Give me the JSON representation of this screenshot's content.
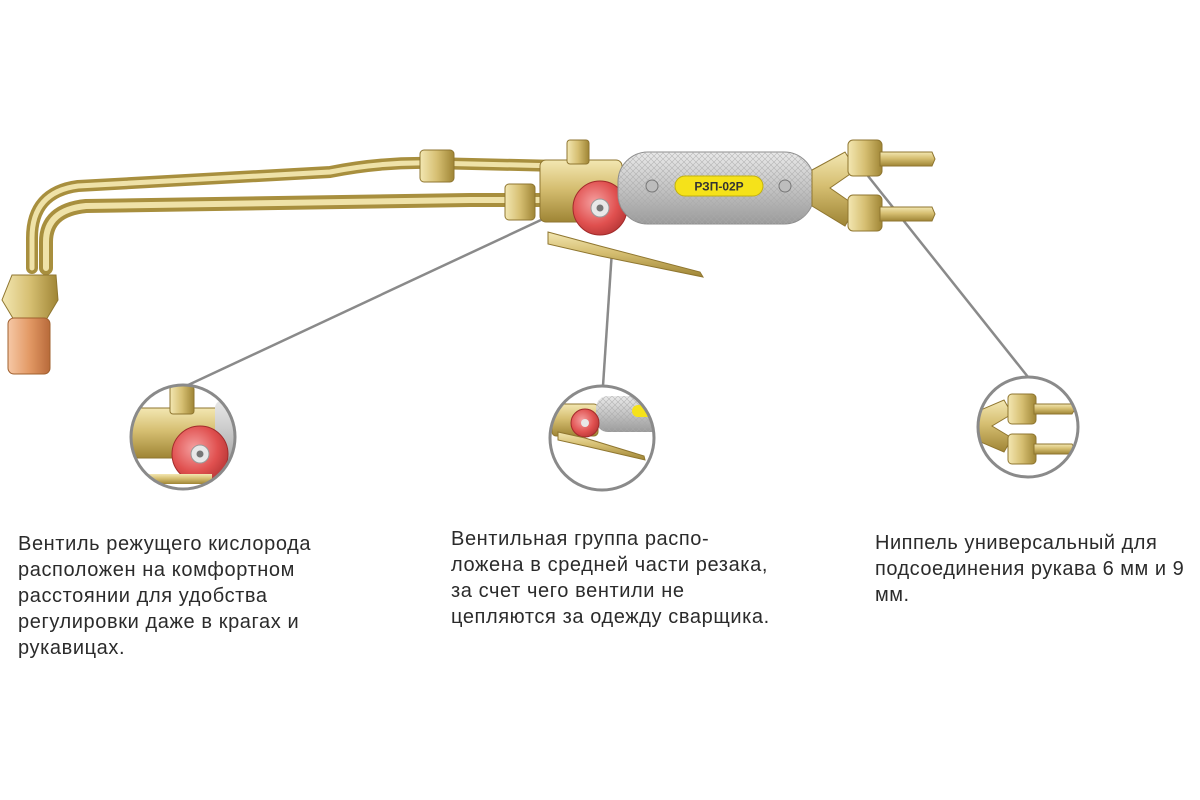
{
  "product": {
    "model_label": "РЗП-02Р"
  },
  "callouts": [
    {
      "id": "oxygen-valve",
      "lines": [
        "Вентиль режущего кислорода",
        "расположен на комфортном",
        "расстоянии для удобства",
        "регулировки даже в крагах и",
        "рукавицах."
      ]
    },
    {
      "id": "valve-group",
      "lines": [
        "Вентильная группа распо-",
        "ложена в средней части резака,",
        "за счет чего вентили не",
        "цепляются за одежду сварщика."
      ]
    },
    {
      "id": "nipple",
      "lines": [
        "Ниппель универсальный для",
        "подсоединения рукава 6 мм и 9",
        "мм."
      ]
    }
  ],
  "colors": {
    "brass": "#d8c27a",
    "brass_dark": "#a88f3e",
    "valve_red": "#e0504f",
    "handle_grey": "#c9c9c9",
    "badge_yellow": "#f5e21a",
    "copper_tip": "#e8a070",
    "callout_line": "#8a8a8a"
  }
}
